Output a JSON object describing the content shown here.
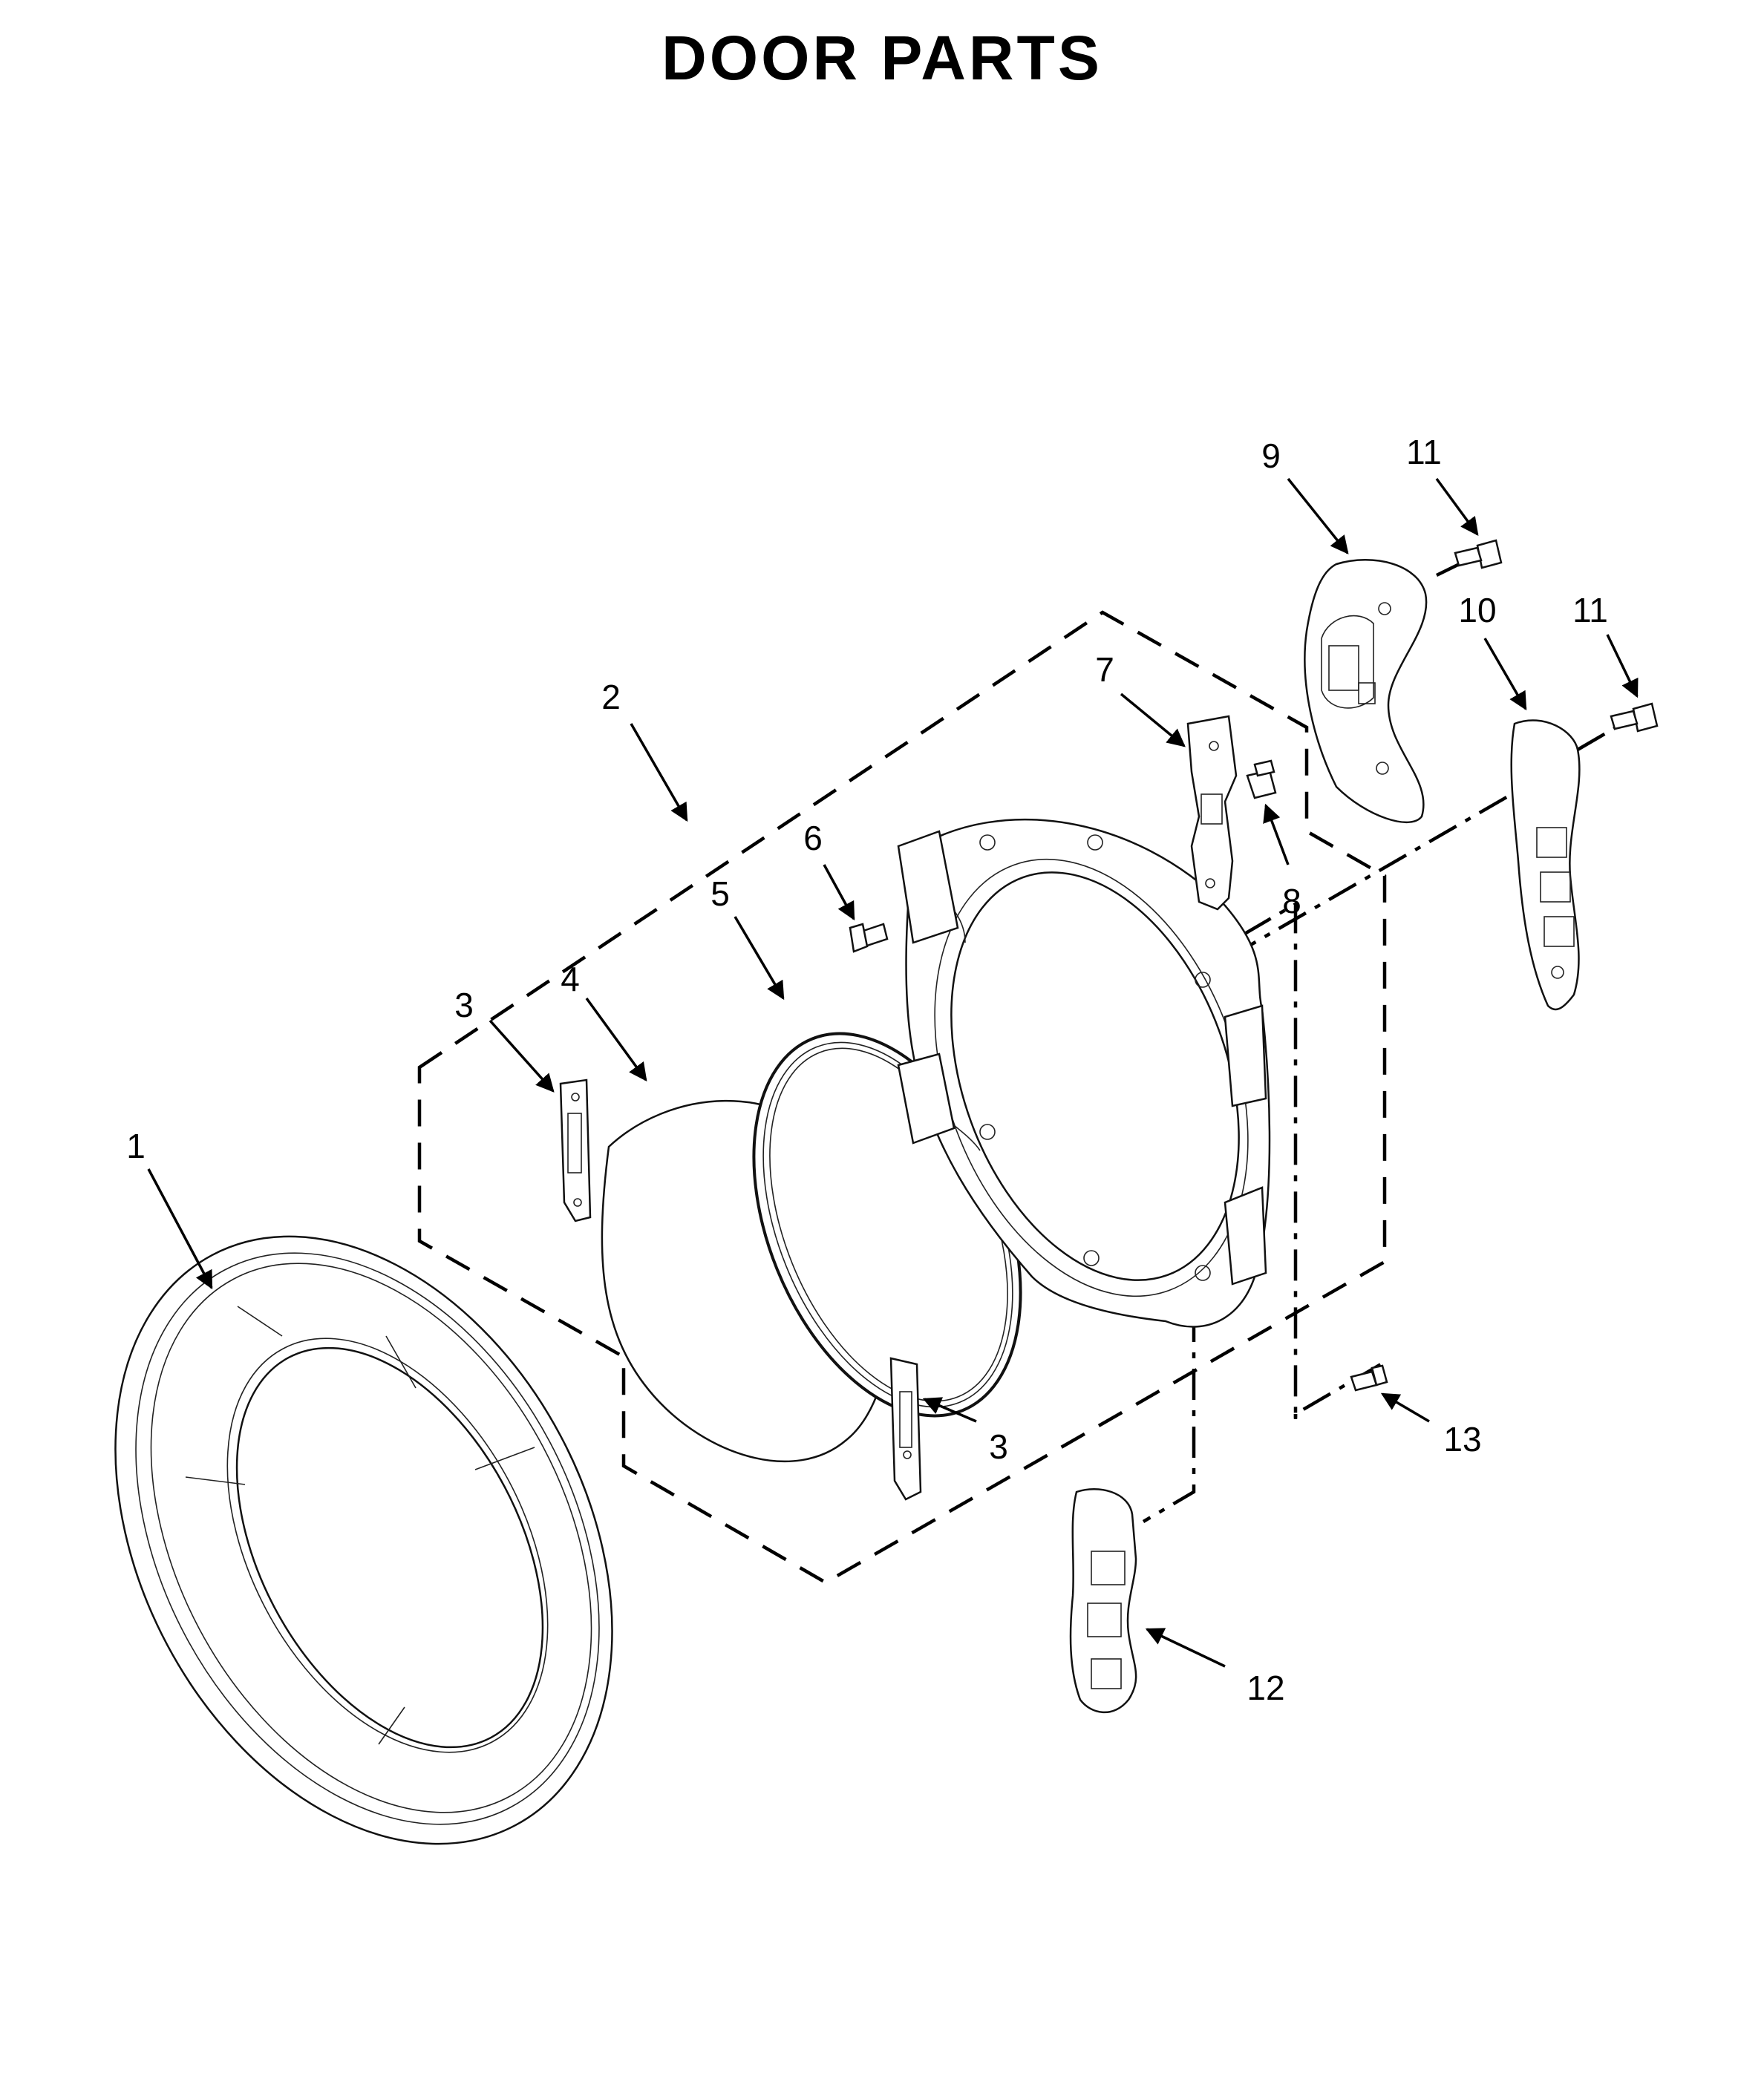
{
  "title": "DOOR PARTS",
  "callouts": {
    "c1": "1",
    "c2": "2",
    "c3a": "3",
    "c3b": "3",
    "c4": "4",
    "c5": "5",
    "c6": "6",
    "c7": "7",
    "c8": "8",
    "c9": "9",
    "c10": "10",
    "c11a": "11",
    "c11b": "11",
    "c12": "12",
    "c13": "13"
  }
}
